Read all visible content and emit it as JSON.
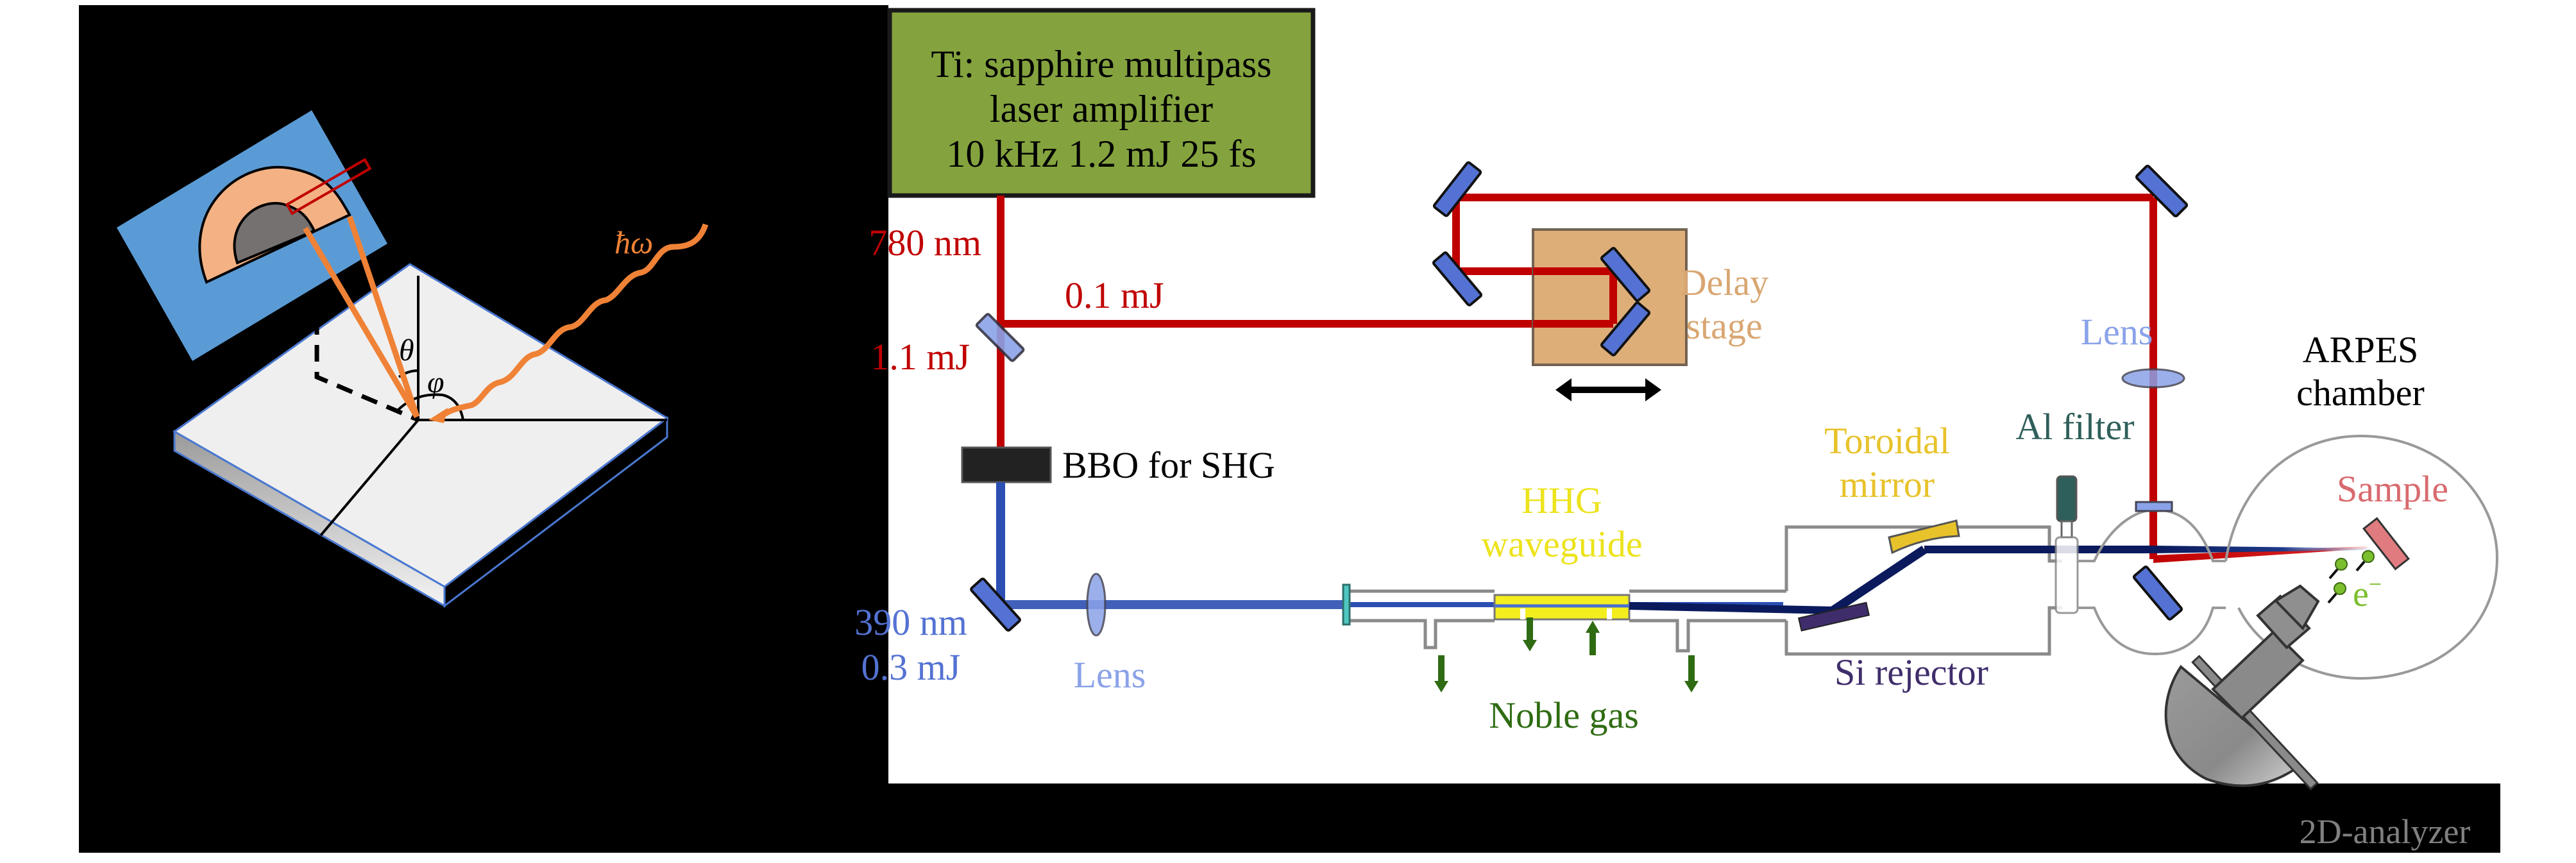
{
  "left_panel": {
    "photon_label": "ħω",
    "theta_label": "θ",
    "phi_label": "φ"
  },
  "right_panel": {
    "laser_box": {
      "lines": [
        "Ti: sapphire multipass",
        "laser amplifier",
        "10 kHz 1.2 mJ 25 fs"
      ]
    },
    "labels": {
      "wavelength_ir": "780 nm",
      "energy_ir": "1.1 mJ",
      "pump_energy": "0.1 mJ",
      "bbo": "BBO for SHG",
      "wavelength_uv": "390 nm",
      "energy_uv": "0.3 mJ",
      "lens_uv": "Lens",
      "delay_stage": [
        "Delay",
        "stage"
      ],
      "hhg": [
        "HHG",
        "waveguide"
      ],
      "noble_gas": "Noble gas",
      "toroidal": [
        "Toroidal",
        "mirror"
      ],
      "si_rejector": "Si rejector",
      "al_filter": "Al filter",
      "lens_ir": "Lens",
      "arpes": [
        "ARPES",
        "chamber"
      ],
      "sample": "Sample",
      "electron": "e",
      "electron_sup": "−",
      "analyzer": "2D-analyzer"
    }
  },
  "colors": {
    "ir_beam": "#c00000",
    "uv_beam": "#2b4fb3",
    "xuv_beam": "#0a1a5c",
    "mirror": "#5472d3",
    "laser_box": "#84a33e",
    "delay_stage": "#ddaa72",
    "hhg": "#f4ee1e",
    "toroidal": "#e8c22a",
    "si_rejector": "#3f2d6b",
    "al_filter": "#2f5f5a",
    "sample": "#d86a6e",
    "electron": "#7bbf2e",
    "noble_gas": "#2f6b12",
    "detector_blue": "#5b9bd5",
    "photon_orange": "#ef8236"
  }
}
